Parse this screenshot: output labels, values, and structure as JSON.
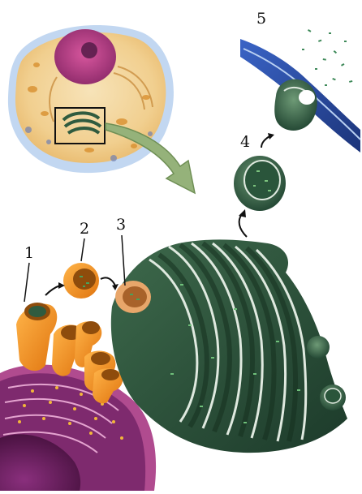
{
  "diagram": {
    "labels": [
      "1",
      "2",
      "3",
      "4",
      "5"
    ],
    "colors": {
      "background": "#ffffff",
      "er_orange": "#f28c1e",
      "golgi_green": "#2f5b3f",
      "golgi_membrane": "#dfe9df",
      "cell_membrane_blue": "#2b4fa3",
      "nucleus_purple": "#6a1f5a",
      "nucleus_pink": "#b0357f",
      "arrow_green": "#8fae6e",
      "callout_box": "#111111"
    }
  }
}
